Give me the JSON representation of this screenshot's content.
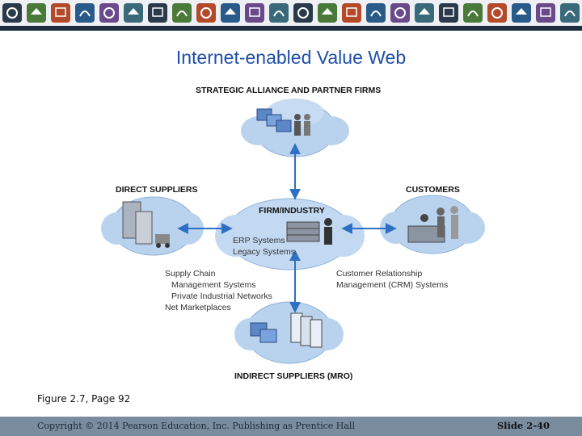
{
  "title": "Internet-enabled Value Web",
  "banner": {
    "icons": [
      "at-icon",
      "laptop-icon",
      "wifi-icon",
      "mail-icon",
      "home-icon",
      "phone-icon",
      "camera-icon",
      "cart-icon",
      "sms-icon",
      "gear-icon"
    ],
    "colors": [
      "#2b3a4a",
      "#4a7a3a",
      "#b34a2a",
      "#2a5a8a",
      "#6a4a8a",
      "#3a6a7a"
    ]
  },
  "diagram": {
    "top_label": "STRATEGIC ALLIANCE AND PARTNER FIRMS",
    "left_label": "DIRECT SUPPLIERS",
    "right_label": "CUSTOMERS",
    "center_label": "FIRM/INDUSTRY",
    "bottom_label": "INDIRECT SUPPLIERS (MRO)",
    "center_systems": [
      "ERP Systems",
      "Legacy Systems"
    ],
    "supply_chain": [
      "Supply Chain",
      "Management Systems",
      "Private Industrial Networks",
      "Net Marketplaces"
    ],
    "crm": [
      "Customer Relationship",
      "Management (CRM) Systems"
    ],
    "colors": {
      "cloud": "#b9d3ee",
      "cloud_edge": "#8fb3da",
      "arrow": "#2f6fc4"
    }
  },
  "caption": "Figure 2.7, Page 92",
  "footer": {
    "copyright": "Copyright © 2014 Pearson Education, Inc. Publishing as Prentice Hall",
    "slide": "Slide 2-40"
  }
}
